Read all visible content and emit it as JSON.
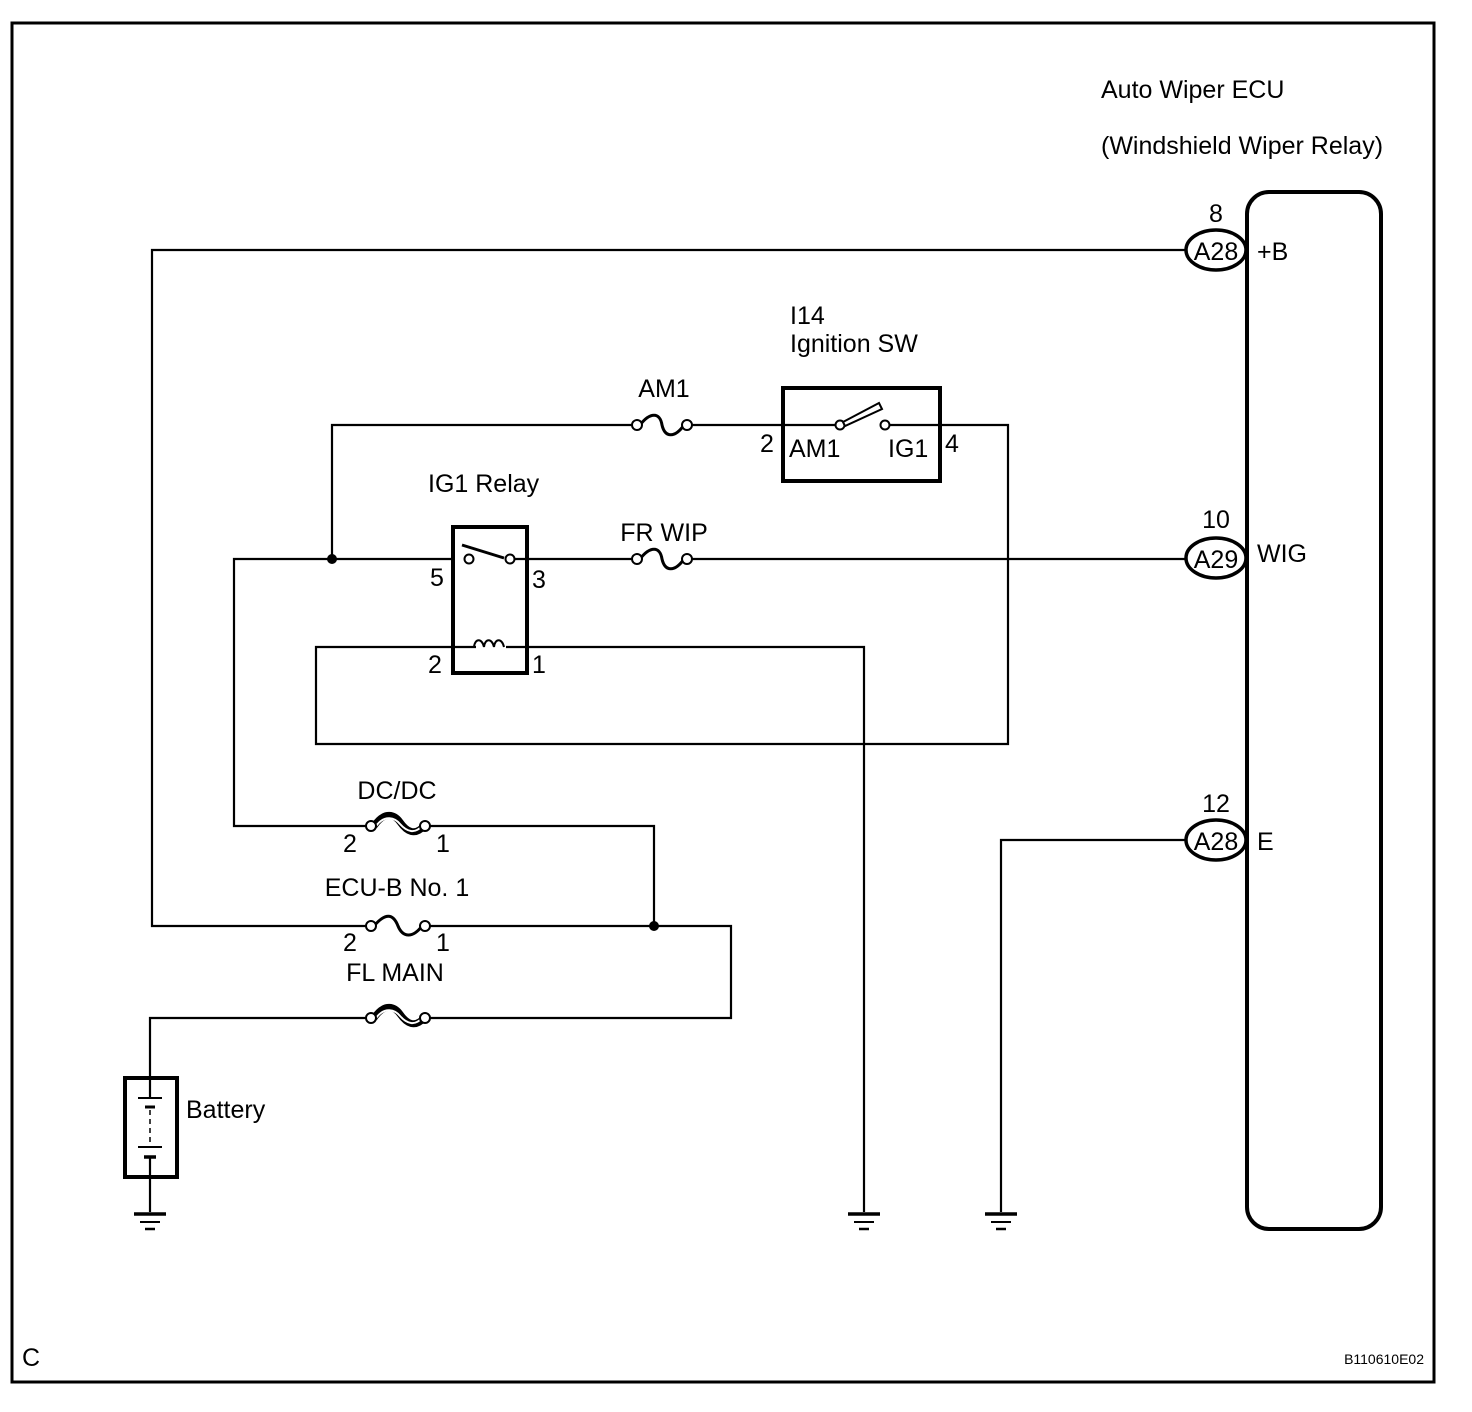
{
  "diagram": {
    "corner_label": "C",
    "figure_id": "B110610E02",
    "ecu": {
      "title": "Auto Wiper ECU",
      "subtitle": "(Windshield Wiper Relay)",
      "pins": [
        {
          "pin": "8",
          "connector": "A28",
          "name": "+B"
        },
        {
          "pin": "10",
          "connector": "A29",
          "name": "WIG"
        },
        {
          "pin": "12",
          "connector": "A28",
          "name": "E"
        }
      ]
    },
    "ignition_switch": {
      "id": "I14",
      "name": "Ignition SW",
      "terminals": [
        {
          "pin": "2",
          "name": "AM1"
        },
        {
          "pin": "4",
          "name": "IG1"
        }
      ]
    },
    "ig1_relay": {
      "name": "IG1 Relay",
      "pins": [
        "5",
        "3",
        "2",
        "1"
      ]
    },
    "fuses": [
      {
        "name": "AM1"
      },
      {
        "name": "FR WIP"
      },
      {
        "name": "DC/DC",
        "pin_left": "2",
        "pin_right": "1",
        "type": "fusible-link"
      },
      {
        "name": "ECU-B No. 1",
        "pin_left": "2",
        "pin_right": "1"
      },
      {
        "name": "FL MAIN",
        "type": "fusible-link"
      }
    ],
    "battery": {
      "name": "Battery"
    },
    "grounds": 3
  }
}
